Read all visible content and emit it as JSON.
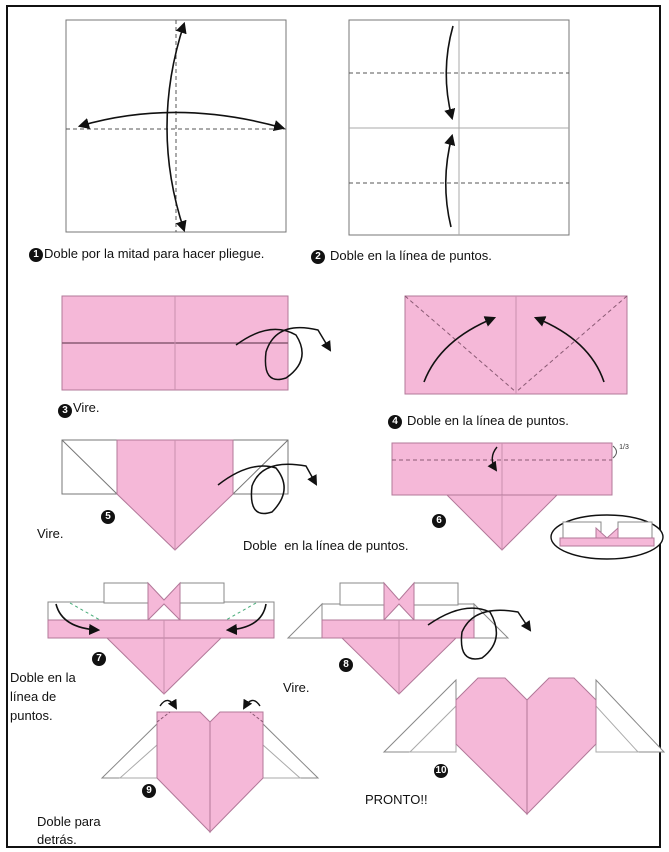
{
  "steps": [
    {
      "number": "1",
      "text": "Doble por la mitad para hacer pliegue."
    },
    {
      "number": "2",
      "text": "Doble en la línea de puntos."
    },
    {
      "number": "3",
      "text": "Vire."
    },
    {
      "number": "4",
      "text": "Doble en la línea de puntos."
    },
    {
      "number": "5",
      "text": "Vire."
    },
    {
      "number": "6",
      "text": "Doble  en la línea de puntos.",
      "fraction": "1/3"
    },
    {
      "number": "7",
      "text_lines": [
        "Doble en la",
        "línea de",
        "puntos."
      ]
    },
    {
      "number": "8",
      "text": "Vire."
    },
    {
      "number": "9",
      "text_lines": [
        "Doble para",
        "detrás."
      ]
    },
    {
      "number": "10",
      "text": "PRONTO!!"
    }
  ],
  "colors": {
    "paper": "#f5b8d8",
    "paper_edge": "#b27899",
    "ink": "#111111",
    "fold_line": "#555555"
  }
}
